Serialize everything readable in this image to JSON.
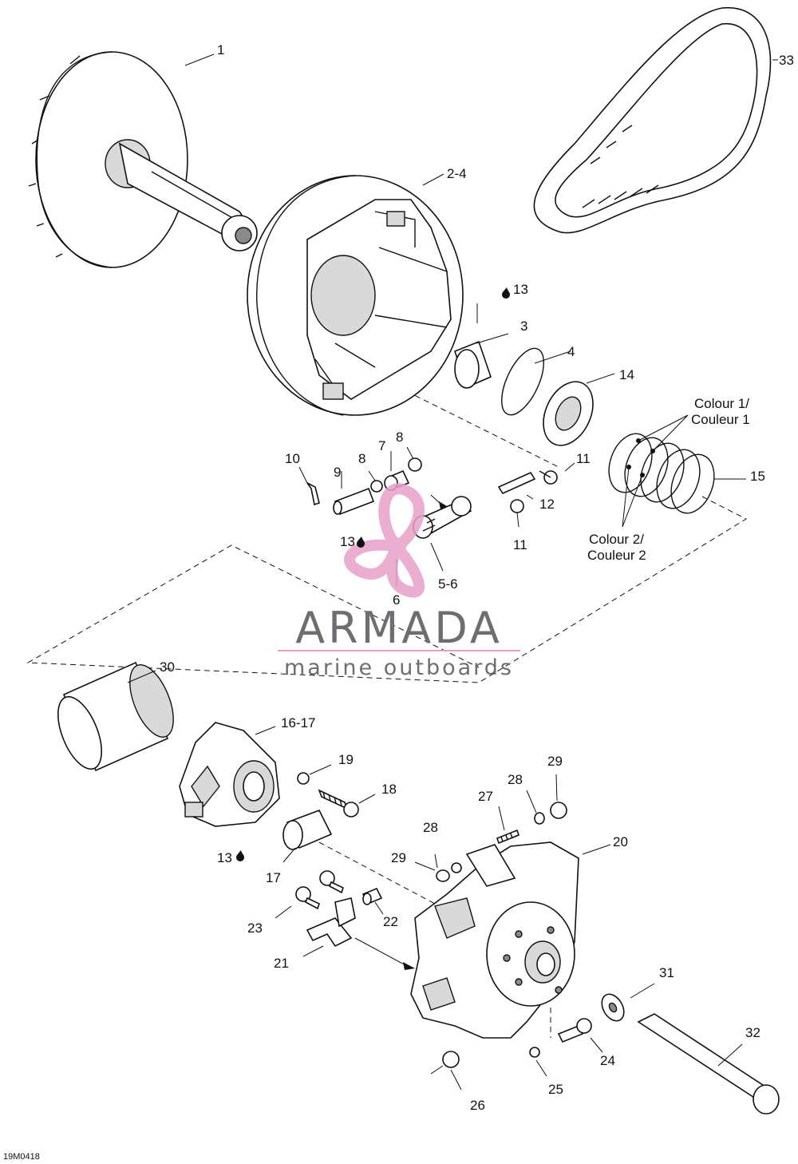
{
  "diagram": {
    "callouts": [
      {
        "id": "c1",
        "text": "1"
      },
      {
        "id": "c33",
        "text": "33"
      },
      {
        "id": "c2-4",
        "text": "2-4"
      },
      {
        "id": "c13a",
        "text": "13"
      },
      {
        "id": "c3",
        "text": "3"
      },
      {
        "id": "c4",
        "text": "4"
      },
      {
        "id": "c14",
        "text": "14"
      },
      {
        "id": "c-colour1a",
        "text": "Colour 1/"
      },
      {
        "id": "c-colour1b",
        "text": "Couleur 1"
      },
      {
        "id": "c15",
        "text": "15"
      },
      {
        "id": "c10",
        "text": "10"
      },
      {
        "id": "c9",
        "text": "9"
      },
      {
        "id": "c8a",
        "text": "8"
      },
      {
        "id": "c7",
        "text": "7"
      },
      {
        "id": "c8b",
        "text": "8"
      },
      {
        "id": "c11a",
        "text": "11"
      },
      {
        "id": "c12",
        "text": "12"
      },
      {
        "id": "c11b",
        "text": "11"
      },
      {
        "id": "c13b",
        "text": "13"
      },
      {
        "id": "c5-6",
        "text": "5-6"
      },
      {
        "id": "c6",
        "text": "6"
      },
      {
        "id": "c-colour2a",
        "text": "Colour 2/"
      },
      {
        "id": "c-colour2b",
        "text": "Couleur 2"
      },
      {
        "id": "c30",
        "text": "30"
      },
      {
        "id": "c16-17",
        "text": "16-17"
      },
      {
        "id": "c19",
        "text": "19"
      },
      {
        "id": "c18",
        "text": "18"
      },
      {
        "id": "c29a",
        "text": "29"
      },
      {
        "id": "c28a",
        "text": "28"
      },
      {
        "id": "c27",
        "text": "27"
      },
      {
        "id": "c28b",
        "text": "28"
      },
      {
        "id": "c20",
        "text": "20"
      },
      {
        "id": "c29b",
        "text": "29"
      },
      {
        "id": "c13c",
        "text": "13"
      },
      {
        "id": "c17",
        "text": "17"
      },
      {
        "id": "c22",
        "text": "22"
      },
      {
        "id": "c23",
        "text": "23"
      },
      {
        "id": "c21",
        "text": "21"
      },
      {
        "id": "c31",
        "text": "31"
      },
      {
        "id": "c32",
        "text": "32"
      },
      {
        "id": "c24",
        "text": "24"
      },
      {
        "id": "c25",
        "text": "25"
      },
      {
        "id": "c26",
        "text": "26"
      }
    ],
    "drawing_code": "19M0418"
  },
  "watermark": {
    "title": "ARMADA",
    "subtitle": "marine outboards",
    "logo_color": "#e8a0c8",
    "text_color": "#6d6e71"
  }
}
